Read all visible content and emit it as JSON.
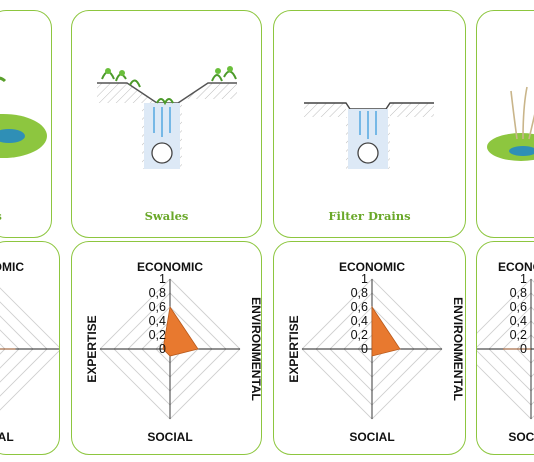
{
  "colors": {
    "accent_green": "#8dc63f",
    "title_green": "#6aa829",
    "radar_fill": "#e8792f",
    "water_blue": "#6ec3e8"
  },
  "techniques": [
    {
      "title": "ls"
    },
    {
      "title": "Swales"
    },
    {
      "title": "Filter Drains"
    },
    {
      "title": ""
    }
  ],
  "radar": {
    "axes": {
      "top": "ECONOMIC",
      "right": "ENVIRONMENTAL",
      "bottom": "SOCIAL",
      "left": "EXPERTISE"
    },
    "ticks": [
      "1",
      "0,8",
      "0,6",
      "0,4",
      "0,2",
      "0"
    ]
  },
  "chart_data": [
    {
      "type": "radar",
      "axes": [
        "ECONOMIC",
        "ENVIRONMENTAL",
        "SOCIAL",
        "EXPERTISE"
      ],
      "values": [
        null,
        0.35,
        null,
        null
      ],
      "ylim": [
        0,
        1
      ]
    },
    {
      "type": "radar",
      "title": "Swales",
      "axes": [
        "ECONOMIC",
        "ENVIRONMENTAL",
        "SOCIAL",
        "EXPERTISE"
      ],
      "values": [
        0.6,
        0.4,
        0.1,
        0.1
      ],
      "ylim": [
        0,
        1
      ]
    },
    {
      "type": "radar",
      "title": "Filter Drains",
      "axes": [
        "ECONOMIC",
        "ENVIRONMENTAL",
        "SOCIAL",
        "EXPERTISE"
      ],
      "values": [
        0.6,
        0.4,
        0.1,
        0.0
      ],
      "ylim": [
        0,
        1
      ]
    },
    {
      "type": "radar",
      "axes": [
        "ECONOMIC",
        "ENVIRONMENTAL",
        "SOCIAL",
        "EXPERTISE"
      ],
      "values": [
        null,
        null,
        null,
        0.4
      ],
      "ylim": [
        0,
        1
      ]
    }
  ]
}
